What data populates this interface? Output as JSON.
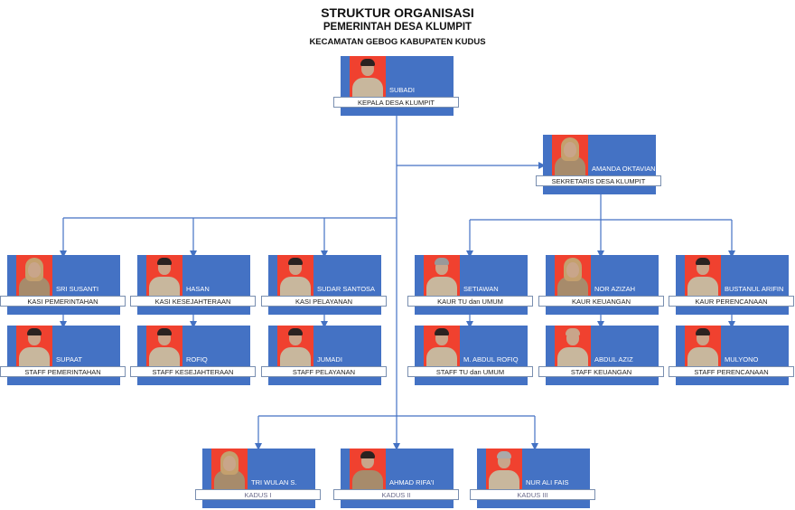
{
  "header": {
    "title": "STRUKTUR ORGANISASI",
    "subtitle": "PEMERINTAH DESA KLUMPIT",
    "subsubtitle": "KECAMATAN GEBOG KABUPATEN KUDUS"
  },
  "colors": {
    "card": "#4472c4",
    "photo_bg": "#f0412f",
    "line": "#4472c4"
  },
  "kepala": {
    "name": "SUBADI",
    "role": "KEPALA DESA KLUMPIT"
  },
  "sekretaris": {
    "name": "AMANDA OKTAVIANI",
    "role": "SEKRETARIS DESA KLUMPIT"
  },
  "kasi": [
    {
      "name": "SRI SUSANTI",
      "role": "KASI PEMERINTAHAN"
    },
    {
      "name": "HASAN",
      "role": "KASI KESEJAHTERAAN"
    },
    {
      "name": "SUDAR SANTOSA",
      "role": "KASI PELAYANAN"
    }
  ],
  "kasi_staff": [
    {
      "name": "SUPAAT",
      "role": "STAFF PEMERINTAHAN"
    },
    {
      "name": "ROFIQ",
      "role": "STAFF KESEJAHTERAAN"
    },
    {
      "name": "JUMADI",
      "role": "STAFF PELAYANAN"
    }
  ],
  "kaur": [
    {
      "name": "SETIAWAN",
      "role": "KAUR TU dan UMUM"
    },
    {
      "name": "NOR AZIZAH",
      "role": "KAUR KEUANGAN"
    },
    {
      "name": "BUSTANUL ARIFIN",
      "role": "KAUR PERENCANAAN"
    }
  ],
  "kaur_staff": [
    {
      "name": "M. ABDUL ROFIQ",
      "role": "STAFF TU dan UMUM"
    },
    {
      "name": "ABDUL AZIZ",
      "role": "STAFF KEUANGAN"
    },
    {
      "name": "MULYONO",
      "role": "STAFF PERENCANAAN"
    }
  ],
  "kadus": [
    {
      "name": "TRI WULAN S.",
      "role": "KADUS I"
    },
    {
      "name": "AHMAD RIFA'I",
      "role": "KADUS II"
    },
    {
      "name": "NUR ALI FAIS",
      "role": "KADUS III"
    }
  ]
}
